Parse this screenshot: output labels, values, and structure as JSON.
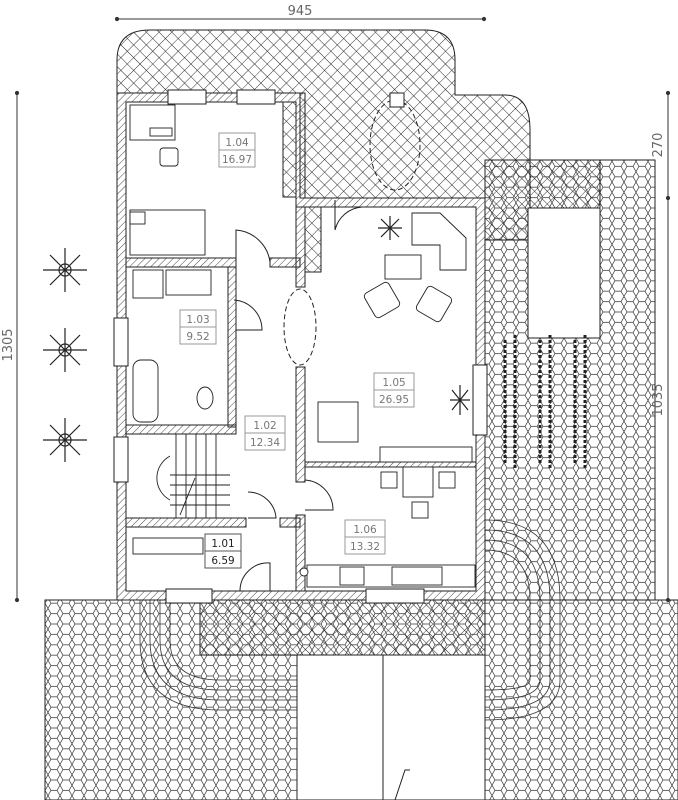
{
  "dimensions": {
    "top_width": "945",
    "left_height": "1305",
    "right_upper": "270",
    "right_lower": "1035"
  },
  "rooms": [
    {
      "id": "1.01",
      "area": "6.59"
    },
    {
      "id": "1.02",
      "area": "12.34"
    },
    {
      "id": "1.03",
      "area": "9.52"
    },
    {
      "id": "1.04",
      "area": "16.97"
    },
    {
      "id": "1.05",
      "area": "26.95"
    },
    {
      "id": "1.06",
      "area": "13.32"
    }
  ]
}
